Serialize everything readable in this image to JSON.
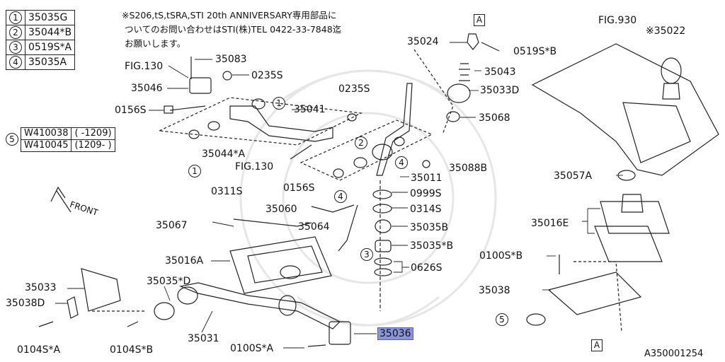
{
  "key_table": [
    {
      "num": "1",
      "part": "35035G"
    },
    {
      "num": "2",
      "part": "35044*B"
    },
    {
      "num": "3",
      "part": "0519S*A"
    },
    {
      "num": "4",
      "part": "35035A"
    }
  ],
  "key_table_5": {
    "num": "5",
    "rows": [
      {
        "part": "W410038",
        "range": "( -1209)"
      },
      {
        "part": "W410045",
        "range": "(1209- )"
      }
    ]
  },
  "note_lines": [
    "※S206,tS,tSRA,STI 20th ANNIVERSARY専用部品に",
    "ついてのお問い合わせはSTI(株)TEL 0422-33-7848迄",
    "お願いします。"
  ],
  "labels": {
    "p35083": "35083",
    "fig130a": "FIG.130",
    "p0235s_a": "0235S",
    "p35046": "35046",
    "p0235s_b": "0235S",
    "p35041": "35041",
    "p0156s_a": "0156S",
    "p35044a": "35044*A",
    "fig130b": "FIG.130",
    "p0311s": "0311S",
    "p0156s_b": "0156S",
    "front": "FRONT",
    "p35060": "35060",
    "p35064": "35064",
    "p35067": "35067",
    "p35016a": "35016A",
    "p35033": "35033",
    "p35038d": "35038D",
    "p35035d": "35035*D",
    "p0104sa": "0104S*A",
    "p0104sb": "0104S*B",
    "p35031": "35031",
    "p0100sa": "0100S*A",
    "p35036": "35036",
    "p35024": "35024",
    "p0519sb": "0519S*B",
    "p35043": "35043",
    "p35033d": "35033D",
    "p35068": "35068",
    "p35088b": "35088B",
    "p35011": "35011",
    "p0999s": "0999S",
    "p0314s": "0314S",
    "p35035b": "35035B",
    "p35035b2": "35035*B",
    "p0626s": "0626S",
    "fig930": "FIG.930",
    "p35022": "※35022",
    "p35057a": "35057A",
    "p35016e": "35016E",
    "p0100sb": "0100S*B",
    "p35038": "35038",
    "ref_a_top": "A",
    "ref_a_bot": "A",
    "c1a": "1",
    "c1b": "1",
    "c2": "2",
    "c3": "3",
    "c4a": "4",
    "c4b": "4",
    "c5": "5",
    "diagram_id": "A350001254"
  },
  "highlight_color": "#8a96d8"
}
